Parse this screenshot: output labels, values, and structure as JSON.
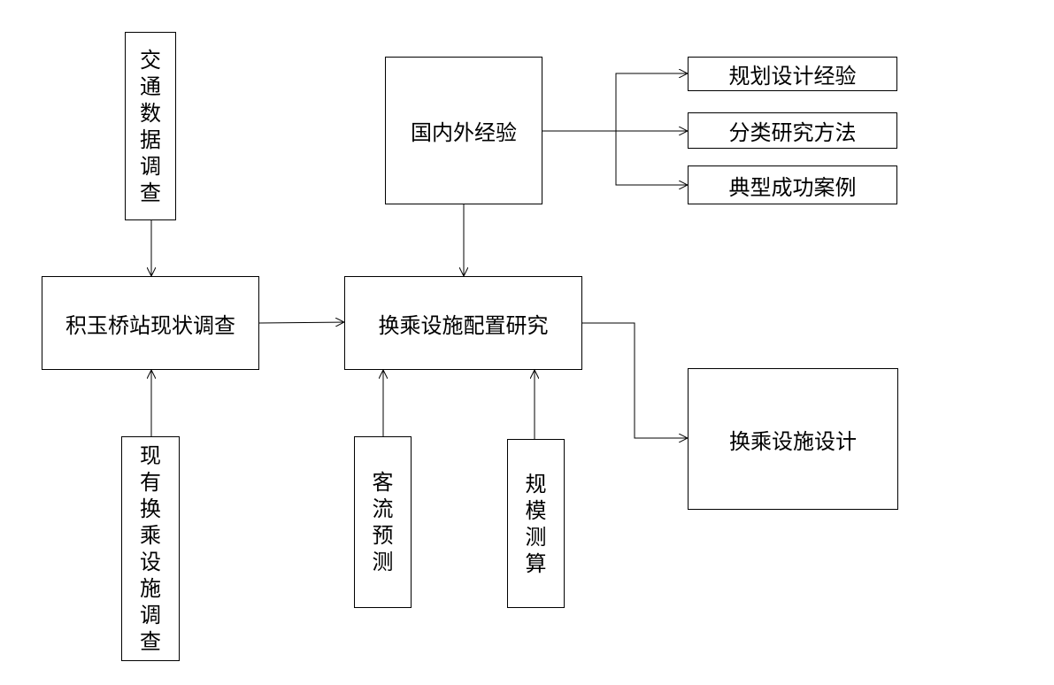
{
  "nodes": {
    "traffic_survey": "交通数据调查",
    "station_survey": "积玉桥站现状调查",
    "existing_facility_survey": "现有换乘设施调查",
    "domestic_foreign_experience": "国内外经验",
    "planning_design_experience": "规划设计经验",
    "classification_method": "分类研究方法",
    "typical_cases": "典型成功案例",
    "facility_config_research": "换乘设施配置研究",
    "passenger_forecast": "客流预测",
    "scale_estimation": "规模测算",
    "facility_design": "换乘设施设计"
  }
}
